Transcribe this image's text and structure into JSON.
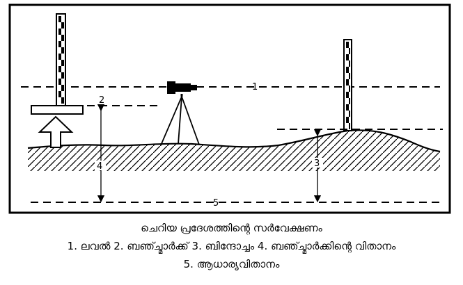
{
  "diagram": {
    "labels": {
      "level_line": "1",
      "backsight": "2",
      "foresight": "3",
      "benchmark_elevation": "4",
      "datum": "5"
    }
  },
  "caption": {
    "title": "ചെറിയ പ്രദേശത്തിന്റെ സർവേക്ഷണം",
    "legend_line": "1. ലവൽ 2. ബഞ്ച്മാർക്ക് 3. ബിന്ദോച്ചം 4. ബഞ്ച്മാർക്കിന്റെ വിതാനം",
    "datum_line": "5. ആധാര്യവിതാനം"
  }
}
